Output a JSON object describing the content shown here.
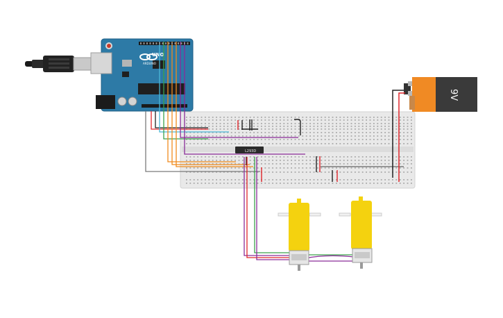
{
  "circuit": {
    "arduino": {
      "brand": "ARDUINO",
      "model": "UNO"
    },
    "driver_chip": {
      "label": "L293D"
    },
    "battery": {
      "label": "9V"
    },
    "motors": [
      "motor-left",
      "motor-right"
    ],
    "wire_colors": {
      "red": "#e0262b",
      "black": "#222222",
      "purple": "#8a2c99",
      "green": "#3aa14a",
      "orange": "#f08a1c",
      "cyan": "#4ab8d8",
      "gray": "#7a7a7a"
    }
  }
}
